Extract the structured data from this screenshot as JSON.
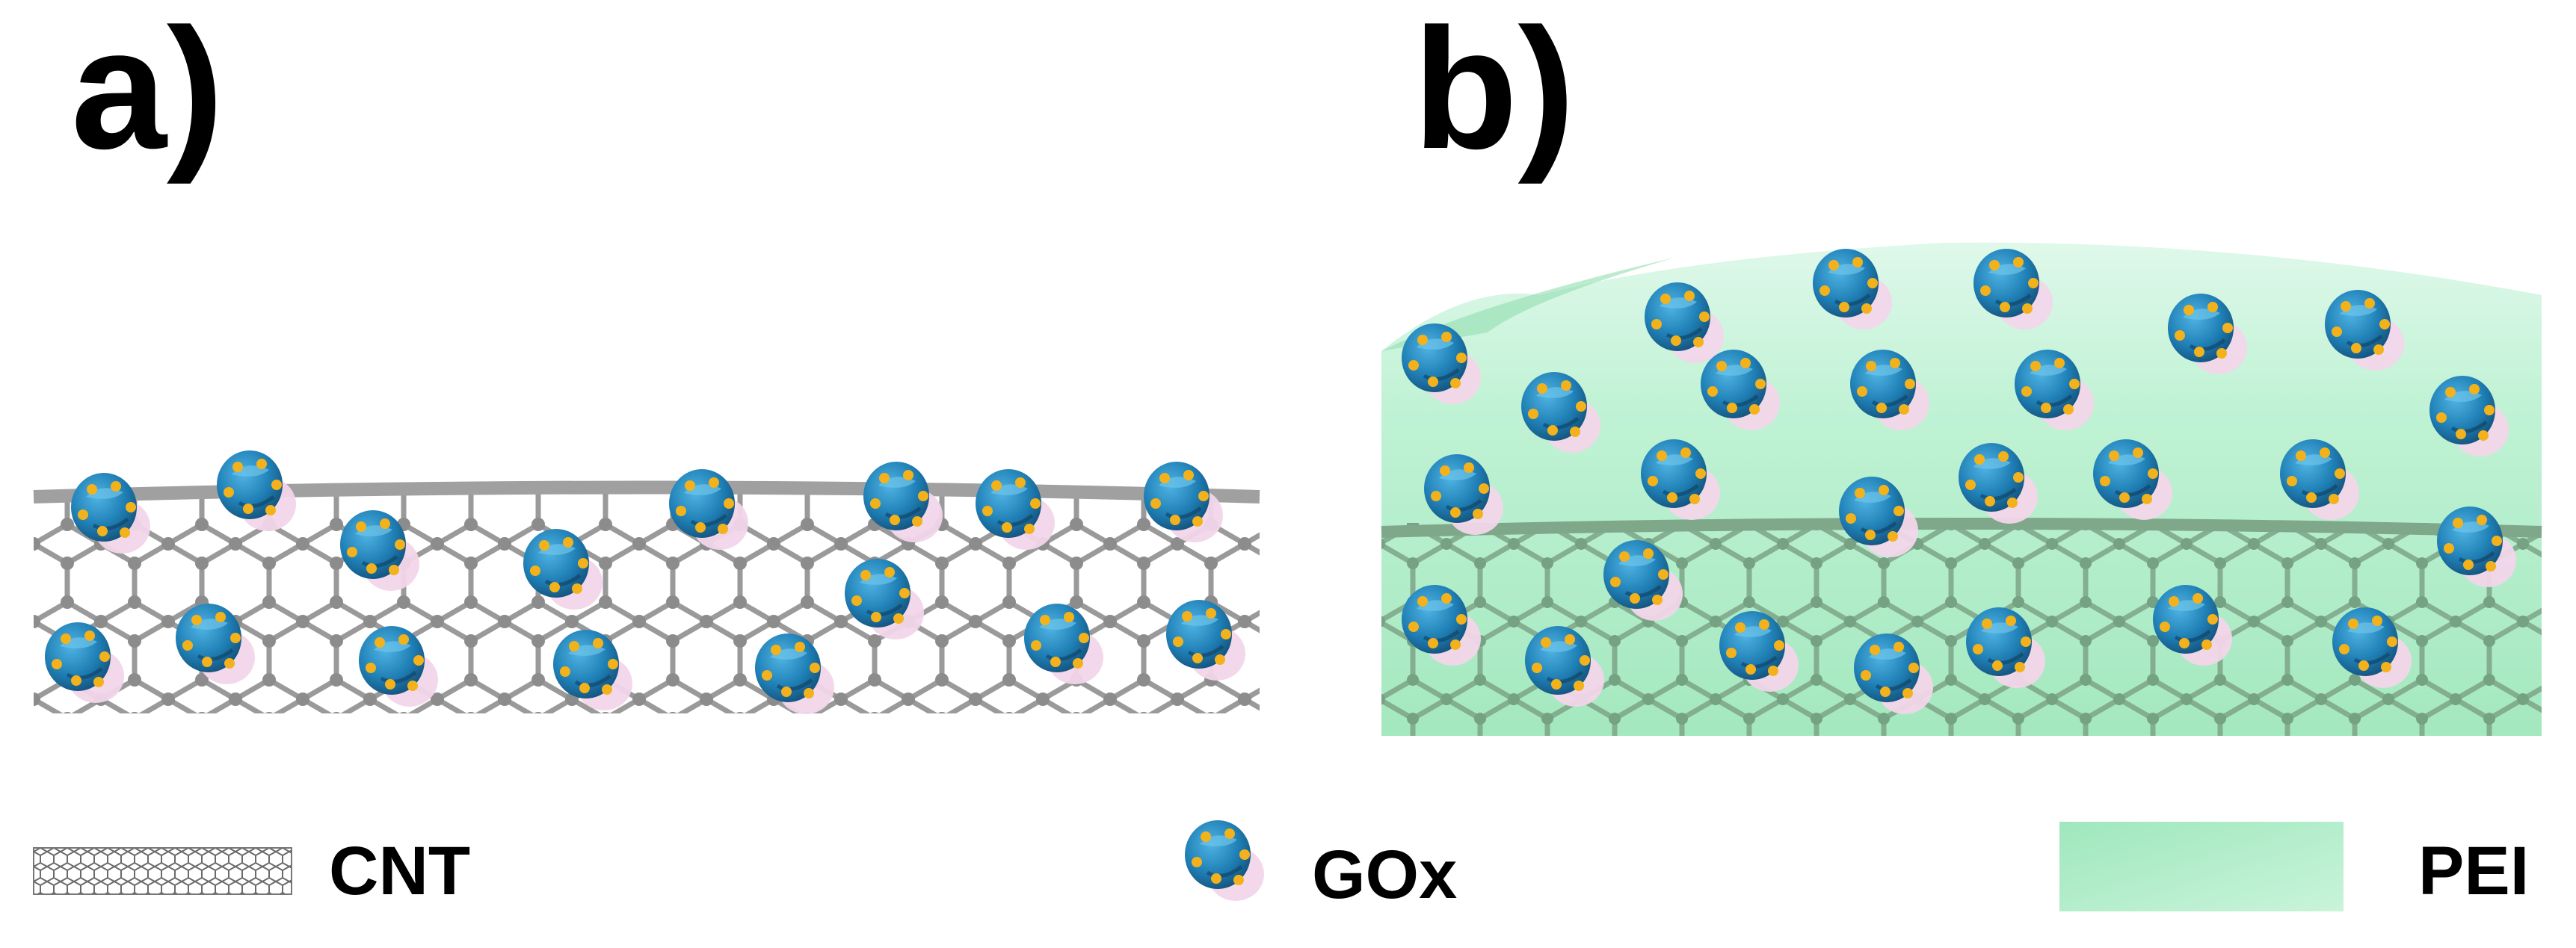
{
  "panels": [
    {
      "label": "a)"
    },
    {
      "label": "b)"
    }
  ],
  "legend": [
    {
      "label": "CNT",
      "icon": "cnt-icon"
    },
    {
      "label": "GOx",
      "icon": "gox-enzyme-icon"
    },
    {
      "label": "PEI",
      "icon": "pei-swatch"
    }
  ],
  "colors": {
    "cnt": "#9a9a9a",
    "cnt_in_pei": "#7fa88a",
    "enzyme_core": "#1f7fb5",
    "enzyme_halo": "#f2d6ea",
    "cofactor": "#f3b21b",
    "pei": "#a8ecc4"
  }
}
